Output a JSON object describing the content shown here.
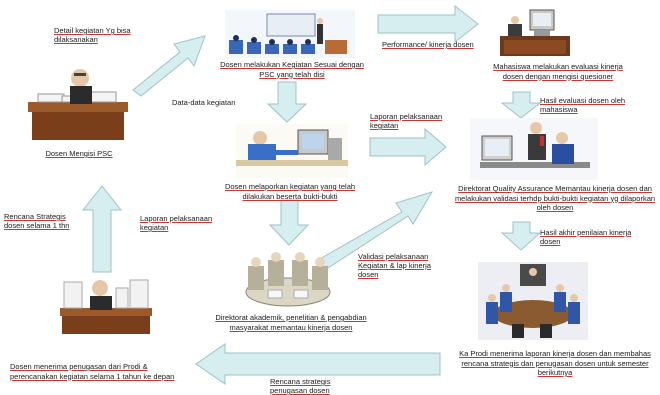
{
  "colors": {
    "arrow_fill": "#d7eef0",
    "arrow_stroke": "#9cc3c8",
    "underline": "#cc3333"
  },
  "top_center": {
    "caption": "Dosen melakukan Kegiatan Sesuai dengan PSC yang telah disi"
  },
  "top_right": {
    "caption": "Mahasiswa melakukan evaluasi kinerja dosen dengan mengisi quesioner"
  },
  "left_mid": {
    "caption": "Dosen Mengisi PSC"
  },
  "center_mid": {
    "caption": "Dosen melaporkan kegiatan yang telah dilakukan beserta bukti-bukti"
  },
  "right_mid": {
    "caption": "Direktorat Quality Assurance Memantau kinerja dosen dan melakukan validasi terhdp bukti-bukti kegiatan yg dilaporkan oleh dosen"
  },
  "center_bottom": {
    "caption": "Direktorat akademik, penelitian & pengabdian masyarakat memantau kinerja dosen"
  },
  "bottom_left": {
    "caption": "Dosen menerima penugasan dari Prodi & perencanakan kegiatan selama 1 tahun ke depan"
  },
  "bottom_right": {
    "caption": "Ka Prodi menerima laporan kinerja dosen dan membahas rencana strategis dan penugasan dosen untuk semester berikutnya"
  },
  "labels": {
    "detail": "Detail kegiatan Yg bisa dilaksanakan",
    "performance": "Performance/ kinerja dosen",
    "data_kegiatan": "Data-data kegiatan",
    "laporan_top": "Laporan pelaksanaan kegiatan",
    "hasil_evaluasi": "Hasil evaluasi dosen oleh mahasiswa",
    "rencana_left": "Rencana Strategis dosen selama 1 thn",
    "laporan_left": "Laporan pelaksanaan kegiatan",
    "validasi": "Validasi pelaksanaan Kegiatan & lap kinerja dosen",
    "hasil_akhir": "Hasil akhir penilaian kinerja dosen",
    "rencana_bottom": "Rencana strategis penugasan dosen"
  }
}
